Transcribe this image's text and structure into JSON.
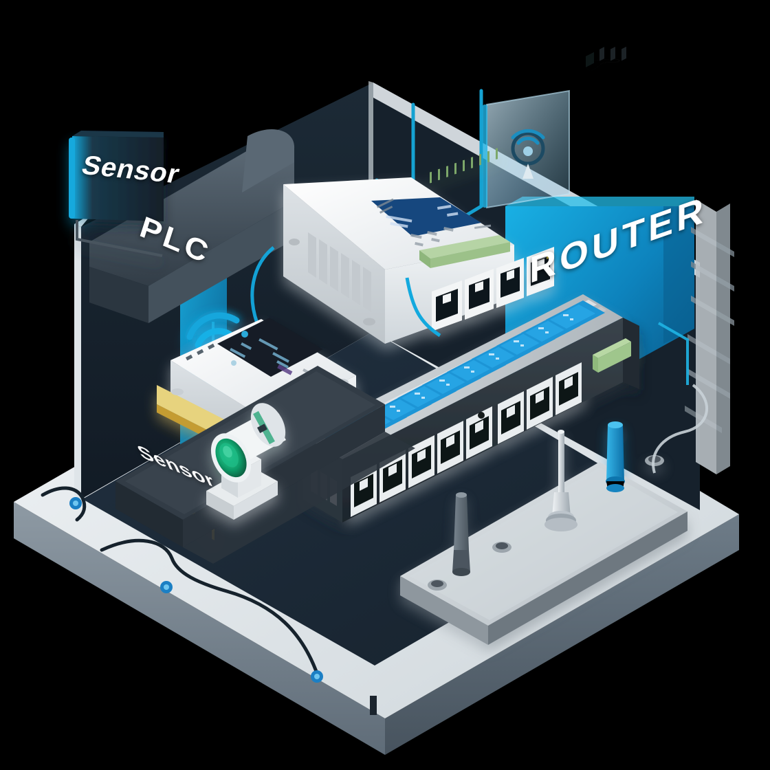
{
  "scene": {
    "title": "Industrial IoT Network Isometric Illustration",
    "background_color": "#000000"
  },
  "labels": [
    {
      "id": "sensor-top",
      "text": "Sensor",
      "style": "card",
      "color": "#ffffff",
      "card_color": "#14232e",
      "accent": "#16a8d8"
    },
    {
      "id": "plc",
      "text": "PLC",
      "style": "panel",
      "color": "#ffffff",
      "card_color": "#44515c",
      "accent": "#0e85be"
    },
    {
      "id": "router",
      "text": "ROUTER",
      "style": "panel",
      "color": "#eaf8ff",
      "card_color": "#0e85be",
      "accent": "#13a9de"
    },
    {
      "id": "sensor-floor",
      "text": "Sensor",
      "style": "floor",
      "color": "#f2f5f7",
      "card_color": "#2b353f",
      "accent": "#2b353f"
    }
  ],
  "devices": [
    {
      "id": "gateway",
      "name": "DIN-rail IoT gateway",
      "body_color": "#eceff1",
      "display_color": "#17477e",
      "ports": 4,
      "port_type": "RJ45",
      "terminal_color": "#9ec98b",
      "has_vents": true
    },
    {
      "id": "plc-unit",
      "name": "PLC controller",
      "body_color": "#f4f6f7",
      "display_color": "#12202b",
      "ports": 2,
      "port_type": "RJ45",
      "terminal_color": "#d9b455",
      "has_vents": false,
      "wifi": true
    },
    {
      "id": "switch",
      "name": "Industrial ethernet switch",
      "body_color": "#b9c0c5",
      "display_color": "#1f8fd0",
      "ports": 10,
      "port_type": "RJ45",
      "terminal_color": "#8fba7c",
      "led_cells": 10
    },
    {
      "id": "camera",
      "name": "Vision sensor camera",
      "body_color": "#f3f5f6",
      "lens_color": "#12a06a"
    }
  ],
  "antennas": [
    {
      "id": "antenna-gray",
      "color": "#5d6b75"
    },
    {
      "id": "antenna-steel",
      "color": "#cfd5d9"
    },
    {
      "id": "antenna-blue",
      "color": "#1b9ad6"
    }
  ],
  "icons": {
    "wifi_signal": "wifi-icon",
    "location_pin_signal": "wifi-pin-icon"
  },
  "palette": {
    "accent_cyan": "#13a9de",
    "accent_blue": "#0e85be",
    "deep_navy": "#16232e",
    "floor_navy": "#1d2b38",
    "light_gray": "#e9edf0",
    "mid_gray": "#9aa6ae",
    "green_led": "#12a06a"
  },
  "cables": [
    {
      "id": "cable-floor-left",
      "color": "#16222c",
      "node_color": "#1b7fc4"
    },
    {
      "id": "cable-floor-front",
      "color": "#16222c",
      "node_color": "#1b7fc4"
    },
    {
      "id": "cable-trace-wall",
      "color": "#1296c9",
      "node_color": "#13a9de"
    },
    {
      "id": "cable-gateway-switch",
      "color": "#13a9de",
      "node_color": "#13a9de"
    }
  ]
}
